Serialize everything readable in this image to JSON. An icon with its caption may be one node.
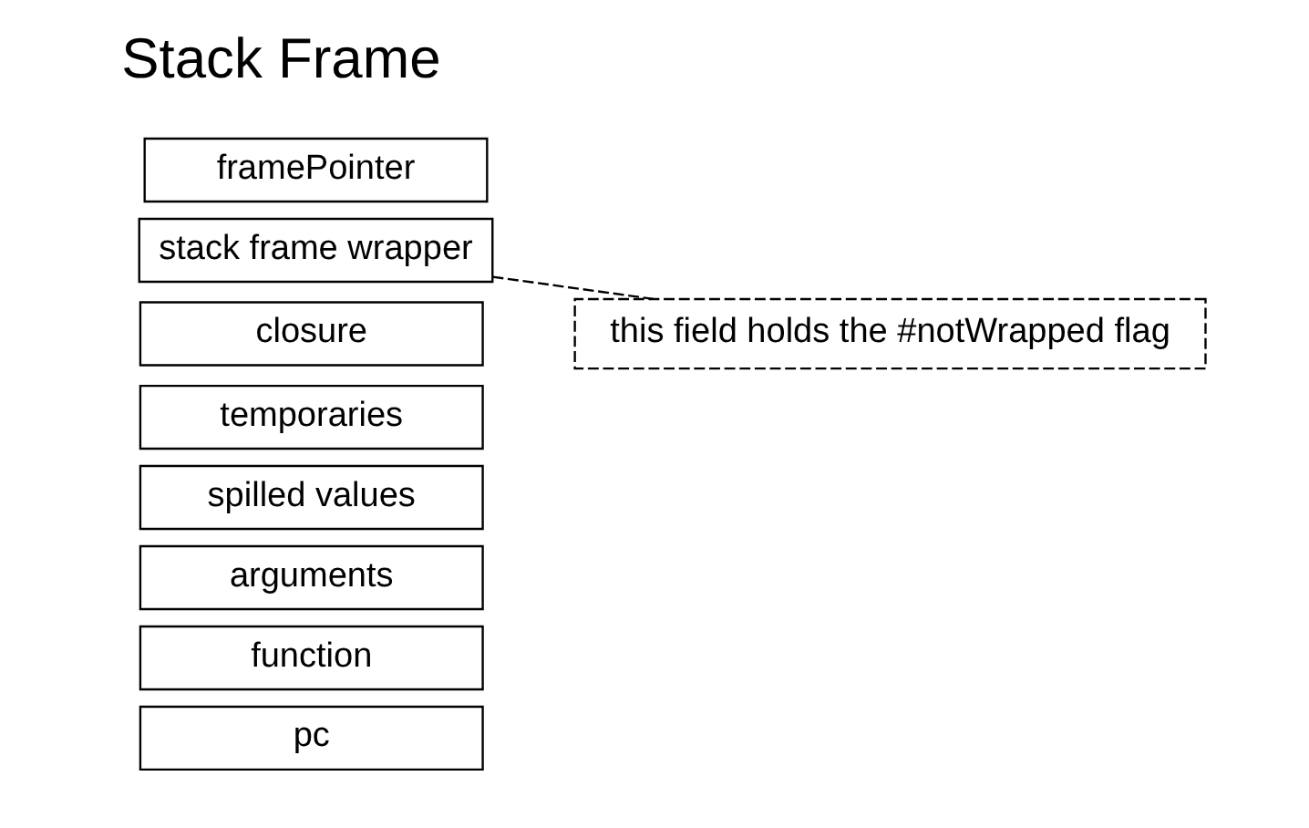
{
  "diagram": {
    "title": "Stack Frame",
    "nodes": [
      {
        "text": [
          "framePointer"
        ]
      },
      {
        "text": [
          "stack frame wrapper"
        ]
      },
      {
        "text": [
          "closure"
        ]
      },
      {
        "text": [
          "temporaries"
        ]
      },
      {
        "text": [
          "spilled values"
        ]
      },
      {
        "text": [
          "arguments"
        ]
      },
      {
        "text": [
          "function"
        ]
      },
      {
        "text": [
          "pc"
        ]
      },
      {
        "text": [
          "this field holds the #notWrapped flag"
        ]
      }
    ],
    "edges": [
      {
        "from": 1,
        "to": 8,
        "arrow": "none",
        "style": "dashed"
      }
    ]
  }
}
